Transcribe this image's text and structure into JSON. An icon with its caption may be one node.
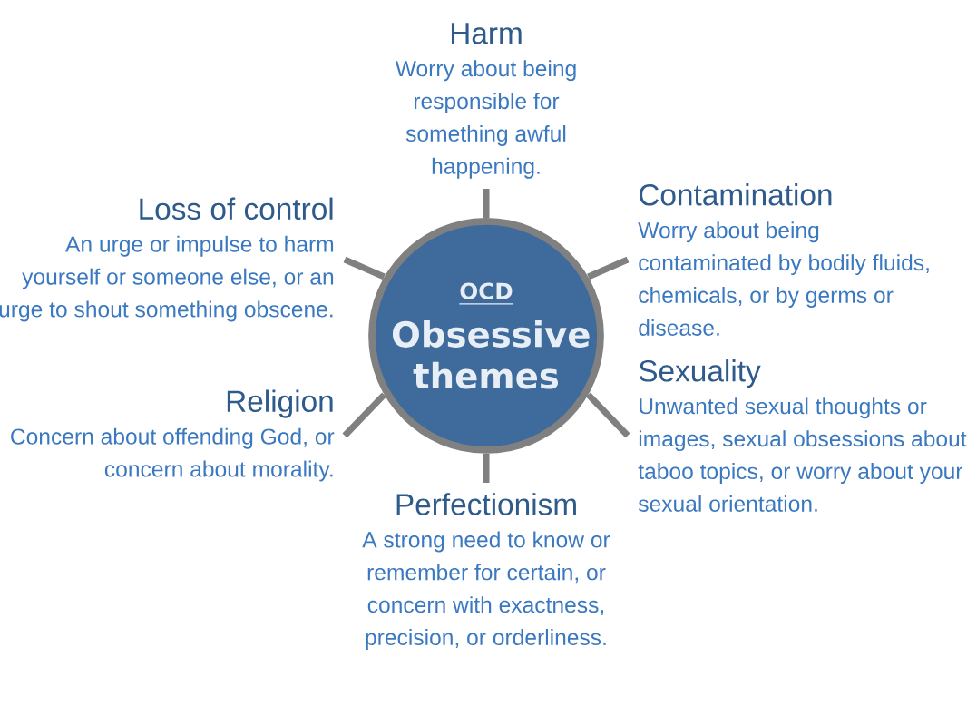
{
  "diagram": {
    "nodes": [
      {
        "text": [
          "OCD",
          "Obsessive themes"
        ]
      },
      {
        "text": [
          "Harm",
          "Worry about being responsible for something awful happening."
        ]
      },
      {
        "text": [
          "Loss of control",
          "An urge or impulse to harm yourself or someone else, or an urge to shout something obscene."
        ]
      },
      {
        "text": [
          "Contamination",
          "Worry about being contaminated by bodily fluids, chemicals, or by germs or disease."
        ]
      },
      {
        "text": [
          "Religion",
          "Concern about offending God, or concern about morality."
        ]
      },
      {
        "text": [
          "Sexuality",
          "Unwanted sexual thoughts or images, sexual obsessions about taboo topics, or worry about your sexual orientation."
        ]
      },
      {
        "text": [
          "Perfectionism",
          "A strong need to know or remember for certain, or concern with exactness, precision, or orderliness."
        ]
      }
    ],
    "edges": [
      {
        "from": 0,
        "to": 1,
        "arrow": "none"
      },
      {
        "from": 0,
        "to": 2,
        "arrow": "none"
      },
      {
        "from": 0,
        "to": 3,
        "arrow": "none"
      },
      {
        "from": 0,
        "to": 4,
        "arrow": "none"
      },
      {
        "from": 0,
        "to": 5,
        "arrow": "none"
      },
      {
        "from": 0,
        "to": 6,
        "arrow": "none"
      }
    ]
  }
}
